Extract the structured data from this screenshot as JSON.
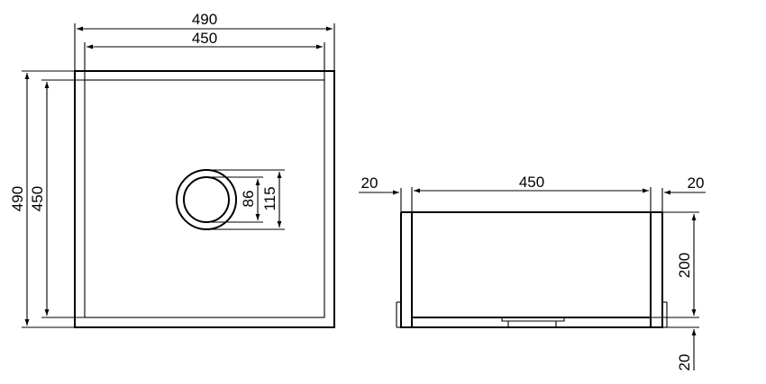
{
  "drawing": {
    "top_view": {
      "outer_width": "490",
      "inner_width": "450",
      "outer_height": "490",
      "inner_height": "450",
      "drain_inner_diameter": "86",
      "drain_outer_diameter": "115"
    },
    "side_view": {
      "left_wall": "20",
      "inner_width": "450",
      "right_wall": "20",
      "depth": "200",
      "base": "20"
    }
  }
}
